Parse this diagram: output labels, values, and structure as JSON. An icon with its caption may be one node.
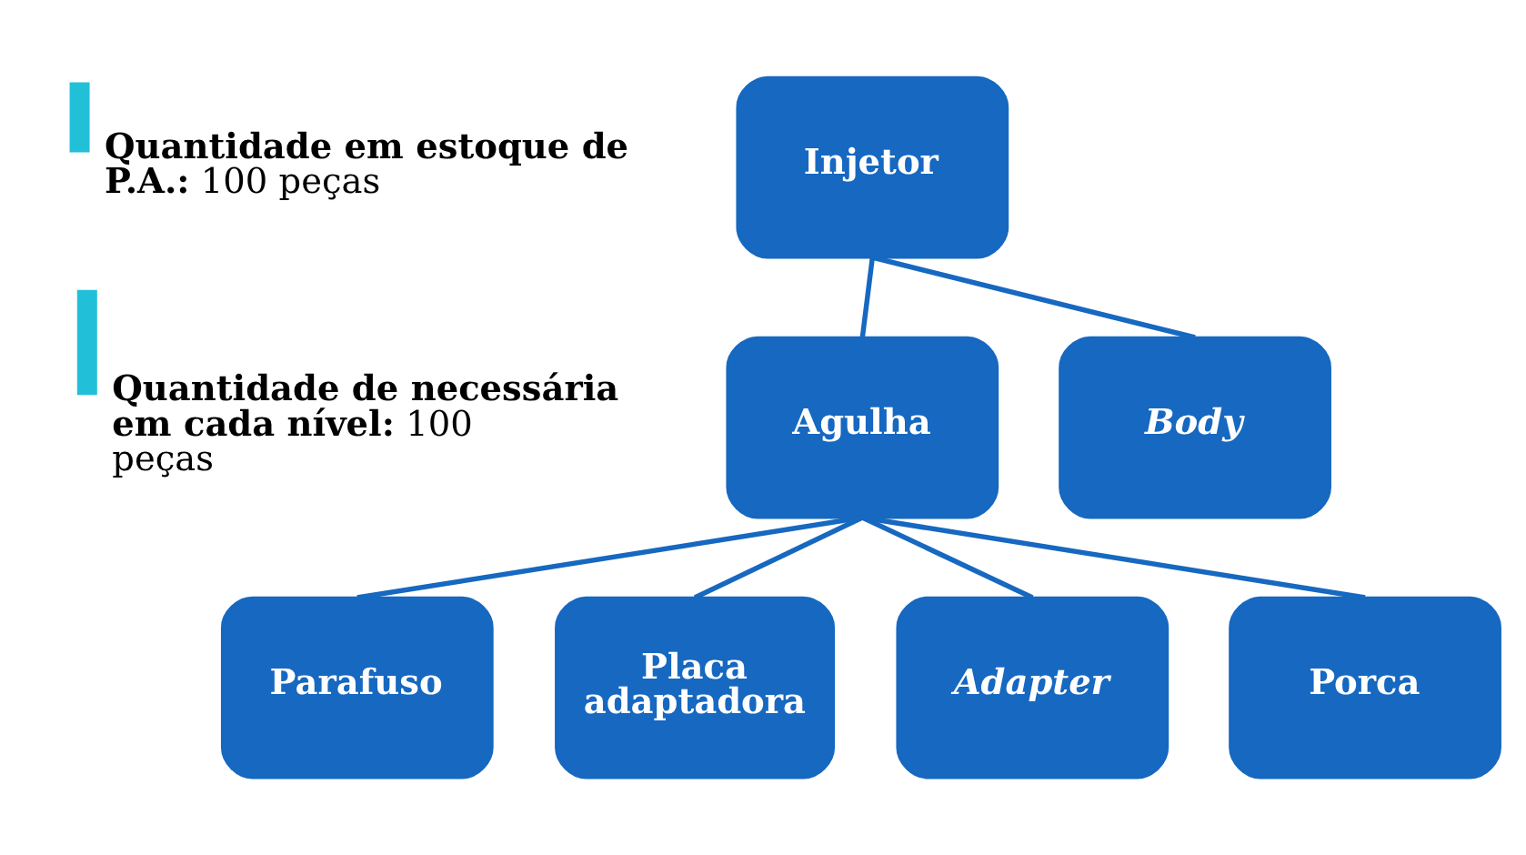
{
  "diagram": {
    "nodes": [
      {
        "text": [
          "Injetor"
        ]
      },
      {
        "text": [
          "Agulha"
        ]
      },
      {
        "text": [
          "Body"
        ]
      },
      {
        "text": [
          "Parafuso"
        ]
      },
      {
        "text": [
          "Placa adaptadora"
        ]
      },
      {
        "text": [
          "Adapter"
        ]
      },
      {
        "text": [
          "Porca"
        ]
      }
    ],
    "edges": [
      {
        "from": 0,
        "to": 1,
        "arrow": "none"
      },
      {
        "from": 0,
        "to": 2,
        "arrow": "none"
      },
      {
        "from": 1,
        "to": 3,
        "arrow": "none"
      },
      {
        "from": 1,
        "to": 4,
        "arrow": "none"
      },
      {
        "from": 1,
        "to": 5,
        "arrow": "none"
      },
      {
        "from": 1,
        "to": 6,
        "arrow": "none"
      }
    ],
    "labels": [
      "**Quantidade em estoque de P.A.:** 100 peças",
      "**Quantidade de necessária em cada nível:** 100 peças"
    ]
  }
}
